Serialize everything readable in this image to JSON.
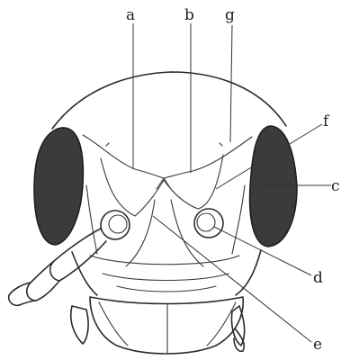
{
  "labels": {
    "a": "a",
    "b": "b",
    "g": "g",
    "f": "f",
    "c": "c",
    "d": "d",
    "e": "e"
  }
}
